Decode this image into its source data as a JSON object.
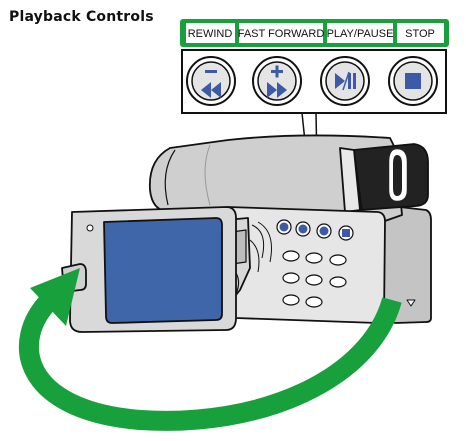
{
  "title": "Playback Controls",
  "labels": {
    "rewind": "REWIND",
    "fast_forward": "FAST FORWARD",
    "play_pause": "PLAY/PAUSE",
    "stop": "STOP"
  },
  "colors": {
    "green": "#18a03c",
    "lcd_blue": "#3f66a8",
    "button_blue": "#3c5aa6",
    "body_gray": "#c8c8c8",
    "panel_gray": "#e2e2e2"
  },
  "icons": [
    "rewind-icon",
    "fast-forward-icon",
    "play-pause-icon",
    "stop-icon",
    "rotate-arrow-icon"
  ]
}
